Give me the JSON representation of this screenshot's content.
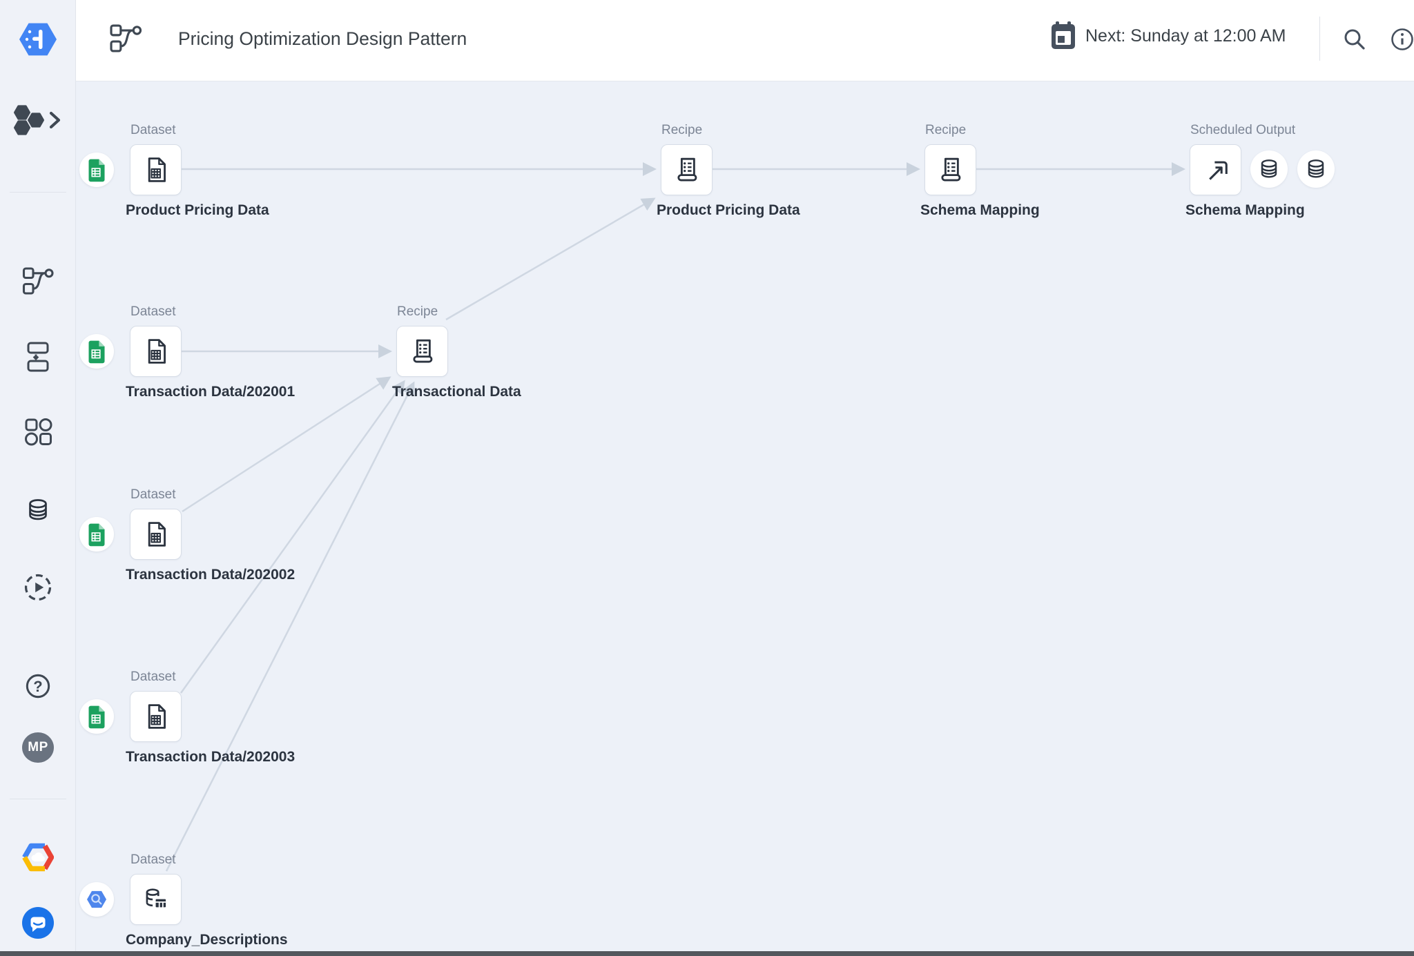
{
  "header": {
    "title": "Pricing Optimization Design Pattern",
    "schedule": {
      "icon": "calendar-icon",
      "label": "Next: Sunday at 12:00 AM"
    },
    "action_icons": [
      "search-icon",
      "info-icon"
    ]
  },
  "sidebar": {
    "logo_icon": "dataprep-hexagon-logo",
    "item_icons": [
      "datasets-hexagons-expand-icon",
      "flows-icon",
      "plans-icon",
      "library-icon",
      "connections-database-icon",
      "run-jobs-icon",
      "help-icon"
    ],
    "avatar_initials": "MP",
    "footer_icons": [
      "google-cloud-logo",
      "chat-support-icon"
    ]
  },
  "flow": {
    "nodes": [
      {
        "type": "Dataset",
        "title": "Product Pricing Data",
        "source": "google-sheets"
      },
      {
        "type": "Recipe",
        "title": "Product Pricing Data"
      },
      {
        "type": "Recipe",
        "title": "Schema Mapping"
      },
      {
        "type": "Scheduled Output",
        "title": "Schema Mapping",
        "destinations": [
          "database",
          "database"
        ]
      },
      {
        "type": "Dataset",
        "title": "Transaction Data/202001",
        "source": "google-sheets"
      },
      {
        "type": "Recipe",
        "title": "Transactional Data"
      },
      {
        "type": "Dataset",
        "title": "Transaction Data/202002",
        "source": "google-sheets"
      },
      {
        "type": "Dataset",
        "title": "Transaction Data/202003",
        "source": "google-sheets"
      },
      {
        "type": "Dataset",
        "title": "Company_Descriptions",
        "source": "bigquery"
      }
    ],
    "edges": [
      {
        "from": "Dataset Product Pricing Data",
        "to": "Recipe Product Pricing Data"
      },
      {
        "from": "Recipe Product Pricing Data",
        "to": "Recipe Schema Mapping"
      },
      {
        "from": "Recipe Schema Mapping",
        "to": "Scheduled Output Schema Mapping"
      },
      {
        "from": "Recipe Transactional Data",
        "to": "Recipe Product Pricing Data"
      },
      {
        "from": "Dataset Transaction Data/202001",
        "to": "Recipe Transactional Data"
      },
      {
        "from": "Dataset Transaction Data/202002",
        "to": "Recipe Transactional Data"
      },
      {
        "from": "Dataset Transaction Data/202003",
        "to": "Recipe Transactional Data"
      },
      {
        "from": "Dataset Company_Descriptions",
        "to": "Recipe Transactional Data"
      }
    ]
  },
  "colors": {
    "canvas_bg": "#edf1f8",
    "header_bg": "#ffffff",
    "edge": "#cfd7e2",
    "node_border": "#d7dde7",
    "icon_dark": "#2b333f",
    "type_label": "#7c8595",
    "title_text": "#2c3440",
    "sheets_green": "#1ca15f",
    "bigquery_blue": "#4e86ec",
    "dataprep_blue": "#4285f4",
    "chat_blue": "#1a73e8",
    "avatar_bg": "#6a7380"
  }
}
